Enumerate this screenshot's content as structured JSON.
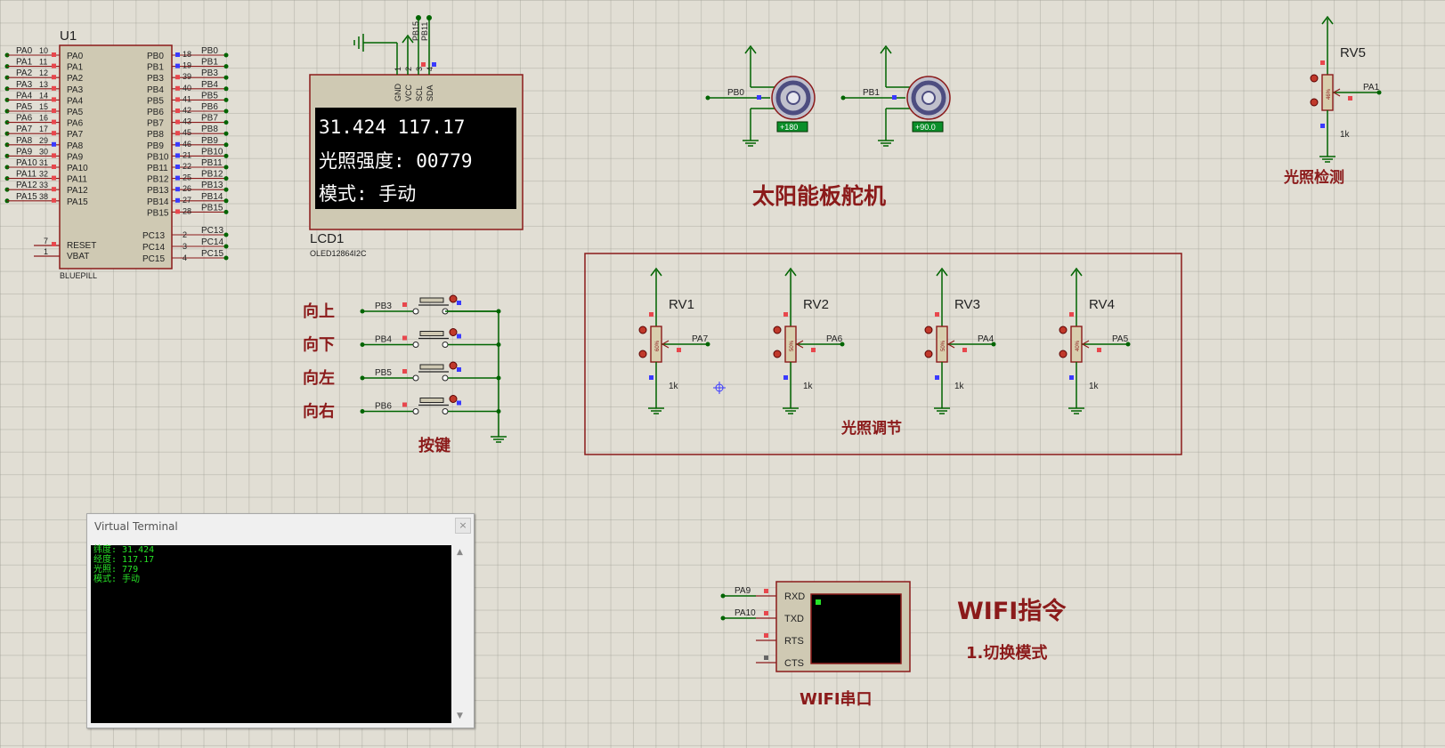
{
  "mcu": {
    "ref": "U1",
    "part": "BLUEPILL",
    "left_pins": [
      {
        "net": "PA0",
        "num": "10",
        "name": "PA0"
      },
      {
        "net": "PA1",
        "num": "11",
        "name": "PA1"
      },
      {
        "net": "PA2",
        "num": "12",
        "name": "PA2"
      },
      {
        "net": "PA3",
        "num": "13",
        "name": "PA3"
      },
      {
        "net": "PA4",
        "num": "14",
        "name": "PA4"
      },
      {
        "net": "PA5",
        "num": "15",
        "name": "PA5"
      },
      {
        "net": "PA6",
        "num": "16",
        "name": "PA6"
      },
      {
        "net": "PA7",
        "num": "17",
        "name": "PA7"
      },
      {
        "net": "PA8",
        "num": "29",
        "name": "PA8"
      },
      {
        "net": "PA9",
        "num": "30",
        "name": "PA9"
      },
      {
        "net": "PA10",
        "num": "31",
        "name": "PA10"
      },
      {
        "net": "PA11",
        "num": "32",
        "name": "PA11"
      },
      {
        "net": "PA12",
        "num": "33",
        "name": "PA12"
      },
      {
        "net": "PA15",
        "num": "38",
        "name": "PA15"
      }
    ],
    "right_pins": [
      {
        "net": "PB0",
        "num": "18",
        "name": "PB0"
      },
      {
        "net": "PB1",
        "num": "19",
        "name": "PB1"
      },
      {
        "net": "PB3",
        "num": "39",
        "name": "PB3"
      },
      {
        "net": "PB4",
        "num": "40",
        "name": "PB4"
      },
      {
        "net": "PB5",
        "num": "41",
        "name": "PB5"
      },
      {
        "net": "PB6",
        "num": "42",
        "name": "PB6"
      },
      {
        "net": "PB7",
        "num": "43",
        "name": "PB7"
      },
      {
        "net": "PB8",
        "num": "45",
        "name": "PB8"
      },
      {
        "net": "PB9",
        "num": "46",
        "name": "PB9"
      },
      {
        "net": "PB10",
        "num": "21",
        "name": "PB10"
      },
      {
        "net": "PB11",
        "num": "22",
        "name": "PB11"
      },
      {
        "net": "PB12",
        "num": "25",
        "name": "PB12"
      },
      {
        "net": "PB13",
        "num": "26",
        "name": "PB13"
      },
      {
        "net": "PB14",
        "num": "27",
        "name": "PB14"
      },
      {
        "net": "PB15",
        "num": "28",
        "name": "PB15"
      }
    ],
    "pc_pins": [
      {
        "net": "PC13",
        "num": "2",
        "name": "PC13"
      },
      {
        "net": "PC14",
        "num": "3",
        "name": "PC14"
      },
      {
        "net": "PC15",
        "num": "4",
        "name": "PC15"
      }
    ],
    "reset": {
      "num": "7",
      "name": "RESET"
    },
    "vbat": {
      "num": "1",
      "name": "VBAT"
    }
  },
  "lcd": {
    "ref": "LCD1",
    "part": "OLED12864I2C",
    "pins": [
      "GND",
      "VCC",
      "SCL",
      "SDA"
    ],
    "pin_nums": [
      "1",
      "2",
      "3",
      "4"
    ],
    "top_nets": [
      "PB15",
      "PB11"
    ],
    "lines": [
      "31.424  117.17",
      "光照强度: 00779",
      "模式: 手动"
    ]
  },
  "servos": {
    "title": "太阳能板舵机",
    "items": [
      {
        "net": "PB0",
        "angle": "+180"
      },
      {
        "net": "PB1",
        "angle": "+90.0"
      }
    ]
  },
  "buttons": {
    "title": "按键",
    "items": [
      {
        "label": "向上",
        "net": "PB3"
      },
      {
        "label": "向下",
        "net": "PB4"
      },
      {
        "label": "向左",
        "net": "PB5"
      },
      {
        "label": "向右",
        "net": "PB6"
      }
    ]
  },
  "light_adjust": {
    "title": "光照调节",
    "pots": [
      {
        "ref": "RV1",
        "net": "PA7",
        "value": "1k"
      },
      {
        "ref": "RV2",
        "net": "PA6",
        "value": "1k"
      },
      {
        "ref": "RV3",
        "net": "PA4",
        "value": "1k"
      },
      {
        "ref": "RV4",
        "net": "PA5",
        "value": "1k"
      }
    ]
  },
  "light_detect": {
    "title": "光照检测",
    "ref": "RV5",
    "net": "PA1",
    "value": "1k"
  },
  "wifi": {
    "title": "WIFI指令",
    "subtitle": "1.切换模式",
    "label": "WIFI串口",
    "nets": [
      "PA9",
      "PA10"
    ],
    "pins": [
      "RXD",
      "TXD",
      "RTS",
      "CTS"
    ]
  },
  "terminal": {
    "title": "Virtual Terminal",
    "close_glyph": "×",
    "lines": [
      "纬度: 31.424",
      "经度: 117.17",
      "光照: 779",
      "模式: 手动"
    ]
  },
  "colors": {
    "wire": "#006400",
    "border": "#8b1a1a",
    "label": "#8b1a1a",
    "pin_red": "#e8474d",
    "pin_blue": "#3a3aff",
    "terminal_text": "#27e227"
  }
}
